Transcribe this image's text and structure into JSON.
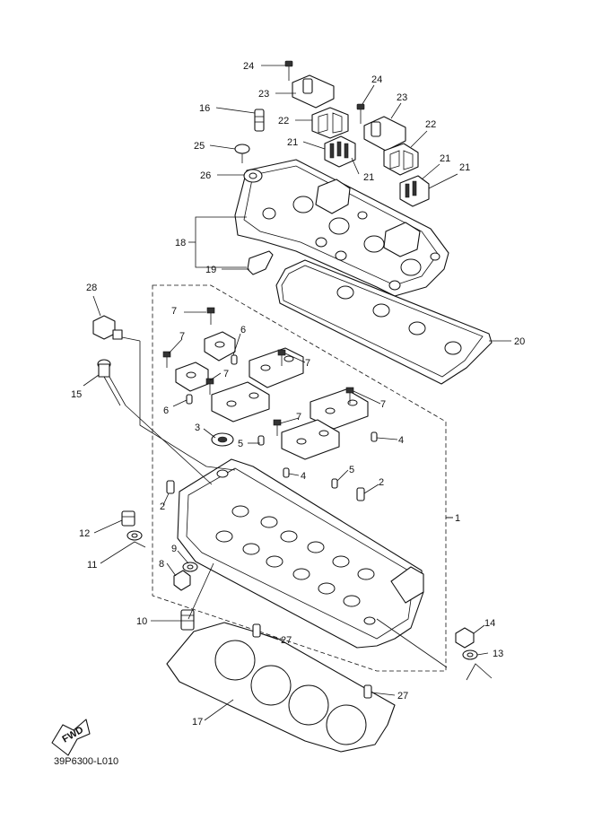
{
  "labels": {
    "l1": "1",
    "l2a": "2",
    "l2b": "2",
    "l3": "3",
    "l4a": "4",
    "l4b": "4",
    "l5a": "5",
    "l5b": "5",
    "l6a": "6",
    "l6b": "6",
    "l7a": "7",
    "l7b": "7",
    "l7c": "7",
    "l7d": "7",
    "l7e": "7",
    "l7f": "7",
    "l8": "8",
    "l9": "9",
    "l10": "10",
    "l11": "11",
    "l12": "12",
    "l13": "13",
    "l14": "14",
    "l15": "15",
    "l16": "16",
    "l17": "17",
    "l18": "18",
    "l19": "19",
    "l20": "20",
    "l21a": "21",
    "l21b": "21",
    "l21c": "21",
    "l21d": "21",
    "l22a": "22",
    "l22b": "22",
    "l23a": "23",
    "l23b": "23",
    "l24a": "24",
    "l24b": "24",
    "l25": "25",
    "l26": "26",
    "l27a": "27",
    "l27b": "27",
    "l28": "28"
  },
  "fwd_label": "FWD",
  "diagram_code": "39P6300-L010",
  "colors": {
    "line": "#111111",
    "background": "#ffffff"
  }
}
